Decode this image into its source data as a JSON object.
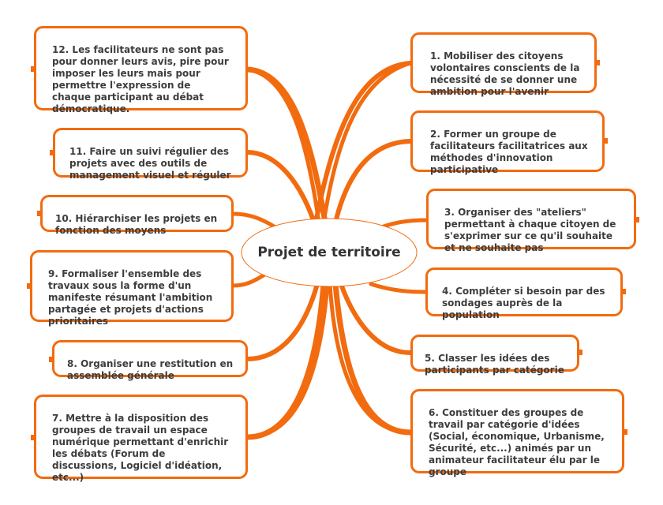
{
  "colors": {
    "accent": "#f26b0f",
    "text": "#3d3d3d",
    "background": "#ffffff"
  },
  "center": {
    "label": "Projet de territoire"
  },
  "nodes": [
    {
      "id": 1,
      "side": "right",
      "text": "1. Mobiliser des citoyens\nvolontaires conscients de la\nnécessité de se donner une\nambition pour l'avenir"
    },
    {
      "id": 2,
      "side": "right",
      "text": "2. Former un groupe de\nfacilitateurs facilitatrices aux\nméthodes d'innovation\nparticipative"
    },
    {
      "id": 3,
      "side": "right",
      "text": "3. Organiser des \"ateliers\"\npermettant à chaque citoyen de\ns'exprimer sur ce qu'il souhaite\net ne souhaite pas"
    },
    {
      "id": 4,
      "side": "right",
      "text": "4. Compléter si besoin par des\nsondages auprès de la\npopulation"
    },
    {
      "id": 5,
      "side": "right",
      "text": "5. Classer les idées des\nparticipants  par catégorie"
    },
    {
      "id": 6,
      "side": "right",
      "text": "6. Constituer des groupes de\ntravail par catégorie d'idées\n(Social, économique, Urbanisme,\nSécurité, etc...) animés par un\nanimateur facilitateur élu par le\ngroupe"
    },
    {
      "id": 7,
      "side": "left",
      "text": "7. Mettre à la disposition des\ngroupes de travail  un espace\nnumérique permettant d'enrichir\nles débats (Forum de\ndiscussions, Logiciel d'idéation,\netc...)"
    },
    {
      "id": 8,
      "side": "left",
      "text": "8. Organiser une restitution en\nassemblée générale"
    },
    {
      "id": 9,
      "side": "left",
      "text": "9. Formaliser l'ensemble des\ntravaux sous la forme d'un\nmanifeste résumant l'ambition\npartagée et projets d'actions\nprioritaires"
    },
    {
      "id": 10,
      "side": "left",
      "text": "10. Hiérarchiser les projets en\nfonction des moyens"
    },
    {
      "id": 11,
      "side": "left",
      "text": "11. Faire un suivi régulier des\nprojets avec des outils de\nmanagement visuel et réguler"
    },
    {
      "id": 12,
      "side": "left",
      "text": "12. Les facilitateurs ne sont pas\npour donner leurs avis, pire pour\nimposer les leurs mais pour\npermettre l'expression de\nchaque participant au débat\ndémocratique."
    }
  ]
}
